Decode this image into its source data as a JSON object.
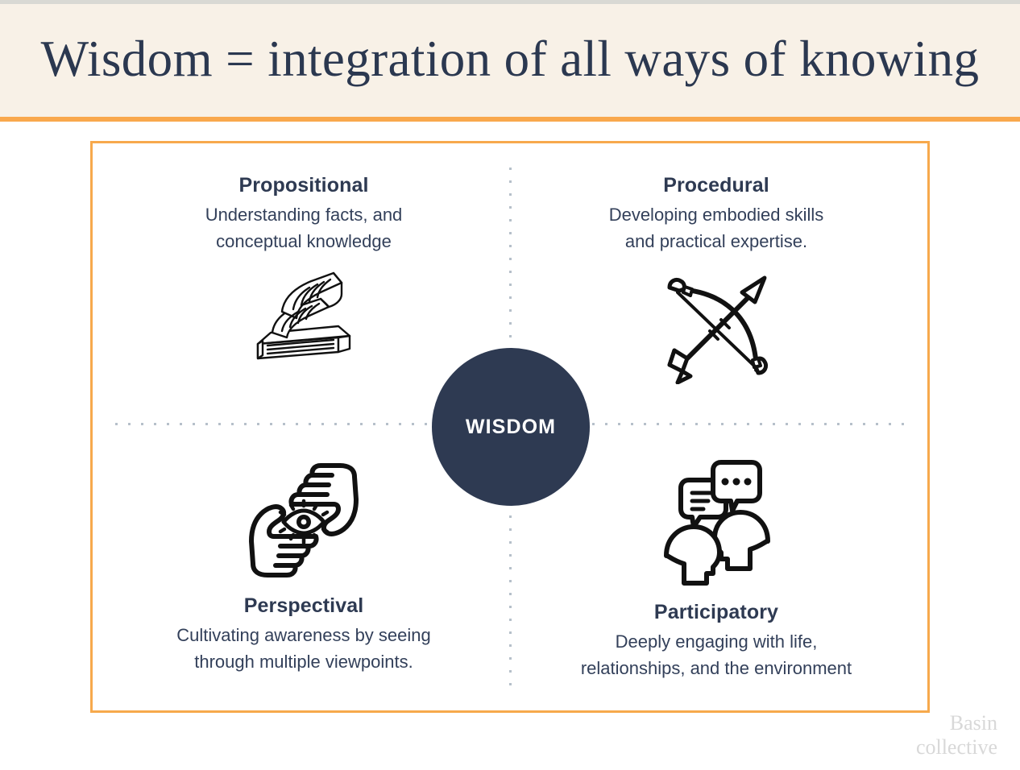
{
  "header": {
    "title": "Wisdom =  integration of all ways of knowing",
    "background_color": "#f8f1e7",
    "rule_color": "#f9a84d",
    "title_color": "#2b3850"
  },
  "frame": {
    "border_color": "#f7a94c",
    "divider_color": "#b6c0ca"
  },
  "center": {
    "label": "WISDOM",
    "circle_color": "#2e3a52",
    "text_color": "#ffffff"
  },
  "quadrants": [
    {
      "key": "propositional",
      "position": "top-left",
      "title": "Propositional",
      "description": "Understanding facts, and\nconceptual knowledge",
      "icon": "books-icon"
    },
    {
      "key": "procedural",
      "position": "top-right",
      "title": "Procedural",
      "description": "Developing embodied skills\nand practical expertise.",
      "icon": "bow-and-arrow-icon"
    },
    {
      "key": "perspectival",
      "position": "bottom-left",
      "title": "Perspectival",
      "description": "Cultivating awareness by seeing\nthrough multiple viewpoints.",
      "icon": "hands-framing-eye-icon"
    },
    {
      "key": "participatory",
      "position": "bottom-right",
      "title": "Participatory",
      "description": "Deeply engaging with life,\nrelationships, and the environment",
      "icon": "two-heads-speech-bubbles-icon"
    }
  ],
  "watermark": {
    "line1": "Basin",
    "line2": "collective",
    "color": "#d8d8d8"
  }
}
